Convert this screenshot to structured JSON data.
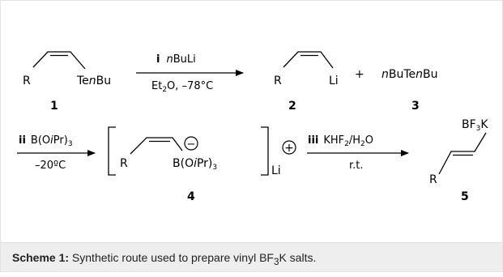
{
  "caption": {
    "label": "Scheme 1:",
    "text_before": " Synthetic route used to prepare vinyl BF",
    "text_sub": "3",
    "text_after": "K salts."
  },
  "row1": {
    "sm_R": "R",
    "sm_group": "Te",
    "sm_group_n": "n",
    "sm_group_bu": "Bu",
    "sm_number": "1",
    "step_i_label": "i",
    "step_i_reagent_n": "n",
    "step_i_reagent": "BuLi",
    "step_i_cond_pre": "Et",
    "step_i_cond_sub": "2",
    "step_i_cond_post": "O, –78°C",
    "prod2_R": "R",
    "prod2_group": "Li",
    "prod2_number": "2",
    "plus": "+",
    "prod3_n1": "n",
    "prod3_mid": "BuTe",
    "prod3_n2": "n",
    "prod3_end": "Bu",
    "prod3_number": "3"
  },
  "row2": {
    "step_ii_label": "ii",
    "step_ii_reagent_pre": "B(O",
    "step_ii_reagent_i": "i",
    "step_ii_reagent_mid": "Pr)",
    "step_ii_reagent_sub": "3",
    "step_ii_cond": "–20ºC",
    "int4_R": "R",
    "int4_group_pre": "B(O",
    "int4_group_i": "i",
    "int4_group_mid": "Pr)",
    "int4_group_sub": "3",
    "int4_minus": "−",
    "int4_counter": "Li",
    "int4_plus": "+",
    "int4_number": "4",
    "step_iii_label": "iii",
    "step_iii_reagent_pre": "KHF",
    "step_iii_reagent_sub1": "2",
    "step_iii_reagent_mid": "/H",
    "step_iii_reagent_sub2": "2",
    "step_iii_reagent_end": "O",
    "step_iii_cond": "r.t.",
    "prod5_group_pre": "BF",
    "prod5_group_sub": "3",
    "prod5_group_end": "K",
    "prod5_R": "R",
    "prod5_number": "5"
  }
}
